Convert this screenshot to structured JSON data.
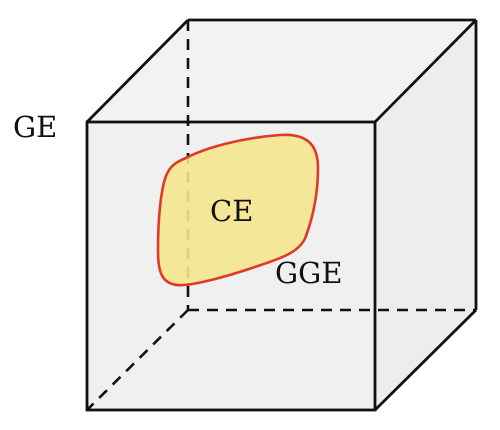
{
  "labels": {
    "outer": "GE",
    "inner": "CE",
    "middle": "GGE"
  },
  "colors": {
    "stroke": "#111111",
    "face_fill": "#f0f0f0",
    "region_fill": "#f4e58e",
    "region_stroke": "#e0382a",
    "label": "#111111"
  }
}
